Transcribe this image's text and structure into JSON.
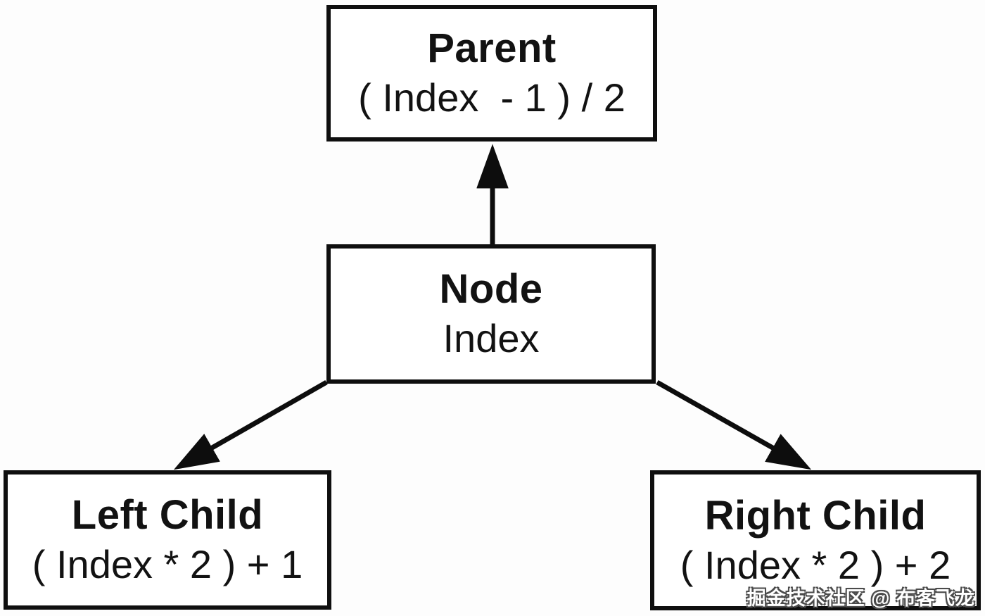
{
  "diagram": {
    "background_color": "#fdfdfd",
    "line_color": "#0d0d0d",
    "box_fill_color": "#ffffff",
    "text_color": "#121212",
    "boxes": {
      "parent": {
        "title": "Parent",
        "formula": "( Index  - 1 ) / 2"
      },
      "node": {
        "title": "Node",
        "formula": "Index"
      },
      "left_child": {
        "title": "Left Child",
        "formula": "( Index * 2 ) + 1"
      },
      "right_child": {
        "title": "Right Child",
        "formula": "( Index * 2 ) + 2"
      }
    },
    "arrows": [
      {
        "from": "node",
        "to": "parent"
      },
      {
        "from": "node",
        "to": "left_child"
      },
      {
        "from": "node",
        "to": "right_child"
      }
    ]
  },
  "watermark": {
    "text": "掘金技术社区 @ 布客飞龙"
  }
}
